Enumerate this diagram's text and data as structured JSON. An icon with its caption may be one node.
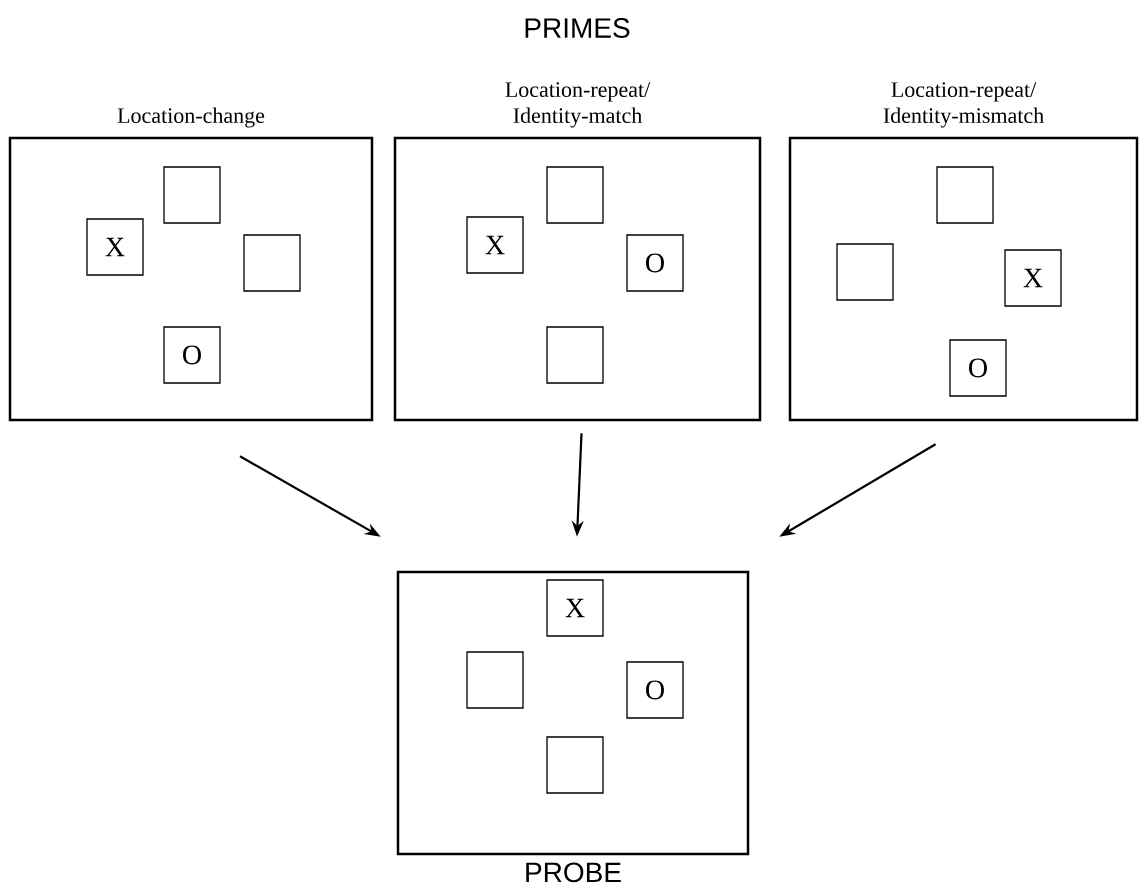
{
  "diagram": {
    "nodes": [
      {
        "text": [
          "Location-change"
        ]
      },
      {
        "text": [],
        "shape": "box",
        "in": 0
      },
      {
        "text": [
          "X"
        ],
        "in": 0
      },
      {
        "text": [],
        "shape": "box",
        "in": 0
      },
      {
        "text": [
          "O"
        ],
        "in": 0
      },
      {
        "text": [
          "Location-repeat/ Identity-match"
        ]
      },
      {
        "text": [],
        "shape": "box",
        "in": 5
      },
      {
        "text": [
          "X"
        ],
        "in": 5
      },
      {
        "text": [
          "O"
        ],
        "in": 5
      },
      {
        "text": [],
        "shape": "box",
        "in": 5
      },
      {
        "text": [
          "Location-repeat/ Identity-mismatch"
        ]
      },
      {
        "text": [],
        "shape": "box",
        "in": 10
      },
      {
        "text": [],
        "shape": "box",
        "in": 10
      },
      {
        "text": [
          "X"
        ],
        "in": 10
      },
      {
        "text": [
          "O"
        ],
        "in": 10
      },
      {
        "text": [
          "PROBE"
        ]
      },
      {
        "text": [
          "X"
        ],
        "in": 15
      },
      {
        "text": [],
        "shape": "box",
        "in": 15
      },
      {
        "text": [
          "O"
        ],
        "in": 15
      },
      {
        "text": [],
        "shape": "box",
        "in": 15
      }
    ],
    "edges": [
      {
        "from": 0,
        "to": 15,
        "arrow": "to"
      },
      {
        "from": 5,
        "to": 15,
        "arrow": "to"
      },
      {
        "from": 10,
        "to": 15,
        "arrow": "to"
      }
    ],
    "labels": [
      "PRIMES"
    ]
  }
}
